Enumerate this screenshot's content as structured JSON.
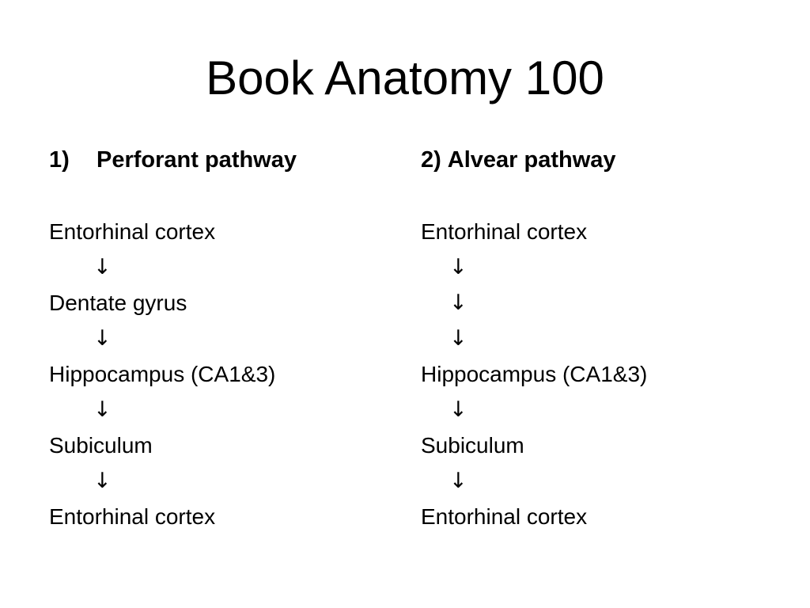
{
  "slide": {
    "title": "Book Anatomy 100"
  },
  "columns": [
    {
      "number": "1)",
      "heading": "Perforant pathway",
      "rows": [
        {
          "kind": "step",
          "text": "Entorhinal cortex"
        },
        {
          "kind": "arrow",
          "text": "↓"
        },
        {
          "kind": "step",
          "text": "Dentate gyrus"
        },
        {
          "kind": "arrow",
          "text": "↓"
        },
        {
          "kind": "step",
          "text": "Hippocampus (CA1&3)"
        },
        {
          "kind": "arrow",
          "text": "↓"
        },
        {
          "kind": "step",
          "text": "Subiculum"
        },
        {
          "kind": "arrow",
          "text": "↓"
        },
        {
          "kind": "step",
          "text": "Entorhinal cortex"
        }
      ]
    },
    {
      "number": "2)",
      "heading": "Alvear pathway",
      "rows": [
        {
          "kind": "step",
          "text": "Entorhinal cortex"
        },
        {
          "kind": "arrow",
          "text": "↓"
        },
        {
          "kind": "arrow",
          "text": "↓"
        },
        {
          "kind": "arrow",
          "text": "↓"
        },
        {
          "kind": "step",
          "text": "Hippocampus (CA1&3)"
        },
        {
          "kind": "arrow",
          "text": "↓"
        },
        {
          "kind": "step",
          "text": "Subiculum"
        },
        {
          "kind": "arrow",
          "text": "↓"
        },
        {
          "kind": "step",
          "text": "Entorhinal cortex"
        }
      ]
    }
  ]
}
